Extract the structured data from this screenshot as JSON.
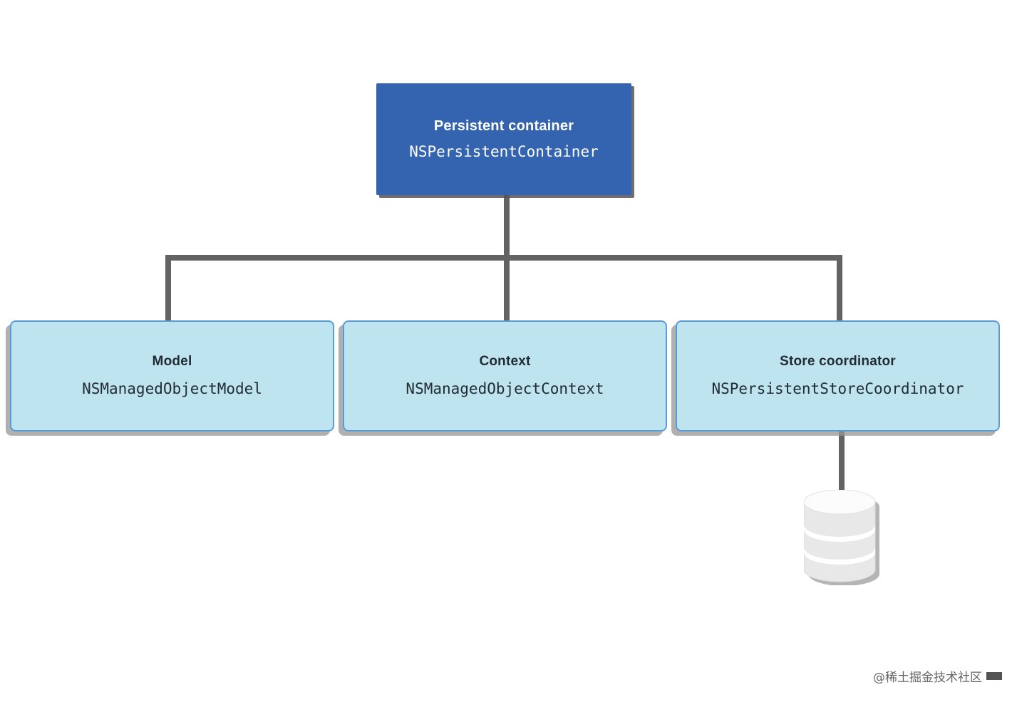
{
  "diagram": {
    "type": "hierarchy",
    "root": {
      "title": "Persistent container",
      "subtitle": "NSPersistentContainer",
      "fill": "#3464AF",
      "text_color": "#FFFFFF"
    },
    "children": [
      {
        "title": "Model",
        "subtitle": "NSManagedObjectModel",
        "fill": "#BDE4EF",
        "border": "#5B9BD5",
        "text_color": "#232B33"
      },
      {
        "title": "Context",
        "subtitle": "NSManagedObjectContext",
        "fill": "#BDE4EF",
        "border": "#5B9BD5",
        "text_color": "#232B33"
      },
      {
        "title": "Store coordinator",
        "subtitle": "NSPersistentStoreCoordinator",
        "fill": "#BDE4EF",
        "border": "#5B9BD5",
        "text_color": "#232B33"
      }
    ],
    "store": {
      "label": "database-cylinder",
      "fill": "#F2F2F2",
      "stroke": "#D8D8D8"
    },
    "connector_color": "#636363"
  },
  "watermark": {
    "text": "@稀土掘金技术社区"
  }
}
